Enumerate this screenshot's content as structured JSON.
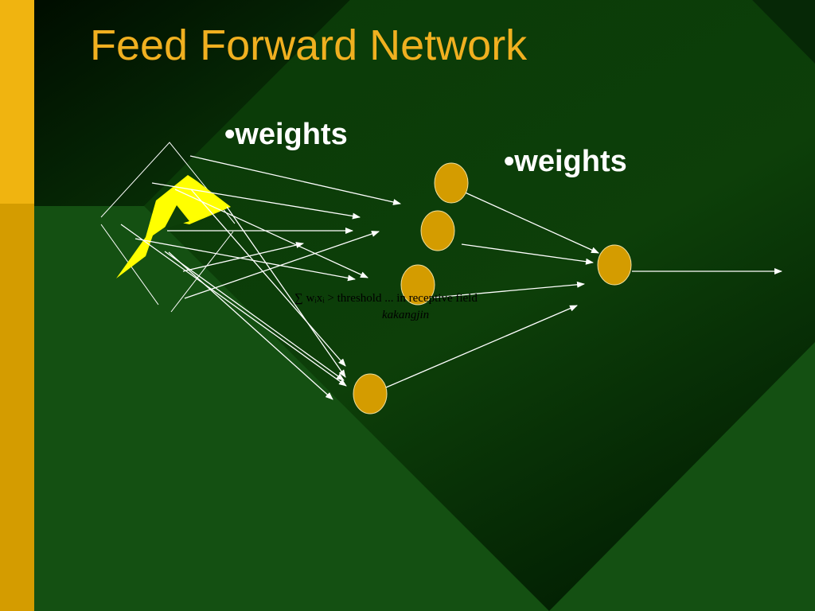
{
  "slide": {
    "title": "Feed Forward Network",
    "labels": {
      "weights_left": "•weights",
      "weights_right": "•weights"
    },
    "formula": {
      "main": "∑ wᵢxᵢ > threshold ... in receptive field",
      "overlap": "kakangjin"
    },
    "input_letter": "A",
    "colors": {
      "background": "#145012",
      "accent_bar_top": "#f0b410",
      "accent_bar_bottom": "#d49c00",
      "title": "#f0b020",
      "neuron": "#d49c00",
      "letter": "#ffff00"
    }
  }
}
